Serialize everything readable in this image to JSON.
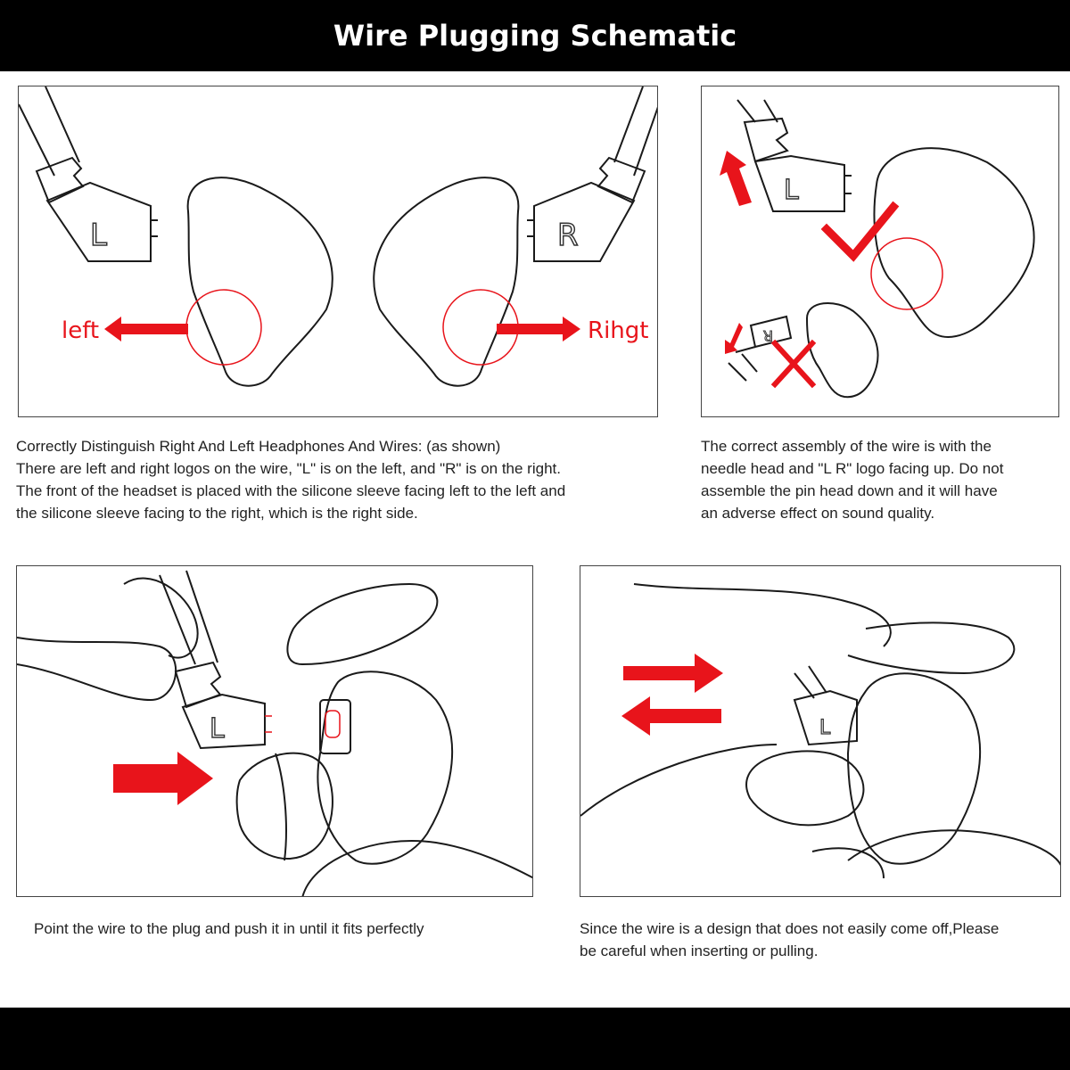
{
  "header": {
    "title": "Wire Plugging Schematic"
  },
  "colors": {
    "accent": "#e8141b",
    "outline": "#1a1a1a",
    "bar": "#000000"
  },
  "panel1": {
    "left_label": "left",
    "right_label": "Rihgt",
    "plug_left_letter": "L",
    "plug_right_letter": "R"
  },
  "panel2": {
    "plug_letter": "L",
    "wrong_plug_letter": "R",
    "correct_mark": "check-mark",
    "wrong_mark": "cross-mark"
  },
  "panel3": {
    "plug_letter": "L"
  },
  "panel4": {
    "plug_letter": "L"
  },
  "captions": {
    "top_left": [
      "Correctly Distinguish Right And Left Headphones And Wires: (as shown)",
      "There are left and right logos on the wire, \"L\" is on the left, and \"R\" is on the right.",
      "The front of the headset is placed with the silicone sleeve facing left to the left and",
      "the silicone sleeve facing to the right, which is the right side."
    ],
    "top_right": [
      "The correct assembly of the wire is with the",
      "needle head and \"L R\" logo facing up. Do not",
      "assemble the pin head down and it will have",
      "an adverse effect on sound quality."
    ],
    "bottom_left": [
      "Point the wire to the plug and push it in until it fits perfectly"
    ],
    "bottom_right": [
      "Since the wire is a design that does not easily come off,Please",
      "be careful when inserting or pulling."
    ]
  }
}
